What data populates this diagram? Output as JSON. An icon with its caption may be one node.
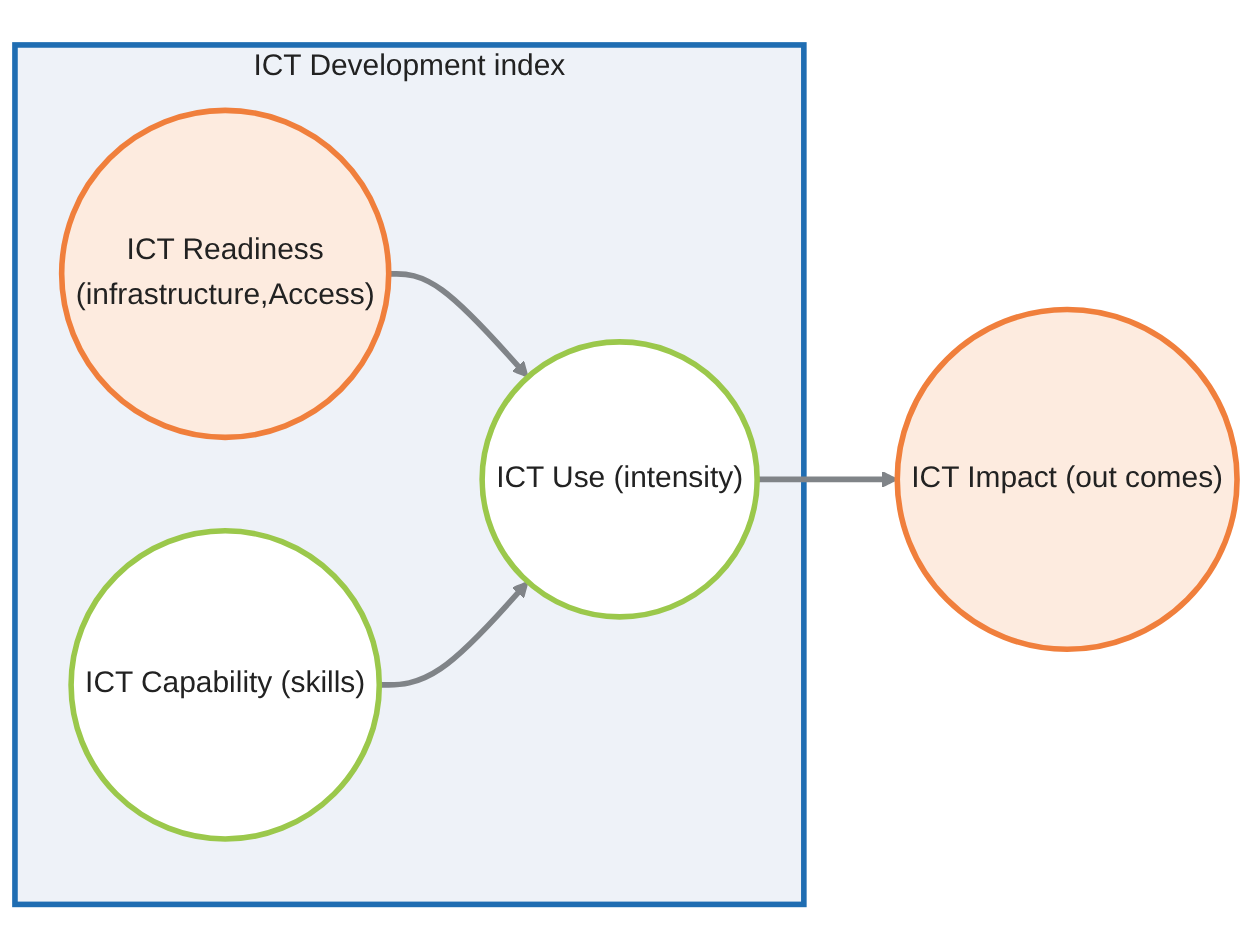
{
  "diagram": {
    "nodes": [
      {
        "text": [
          "ICT Development index"
        ]
      },
      {
        "text": [
          "ICT Readiness",
          "(infrastructure,Access)"
        ],
        "in": 0
      },
      {
        "text": [
          "ICT Use (intensity)"
        ],
        "in": 0
      },
      {
        "text": [
          "ICT Capability (skills)"
        ],
        "in": 0
      },
      {
        "text": [
          "ICT Impact (out comes)"
        ]
      }
    ],
    "edges": [
      {
        "from": 1,
        "to": 2,
        "arrow": "to"
      },
      {
        "from": 3,
        "to": 2,
        "arrow": "to"
      },
      {
        "from": 2,
        "to": 4,
        "arrow": "to"
      }
    ]
  }
}
